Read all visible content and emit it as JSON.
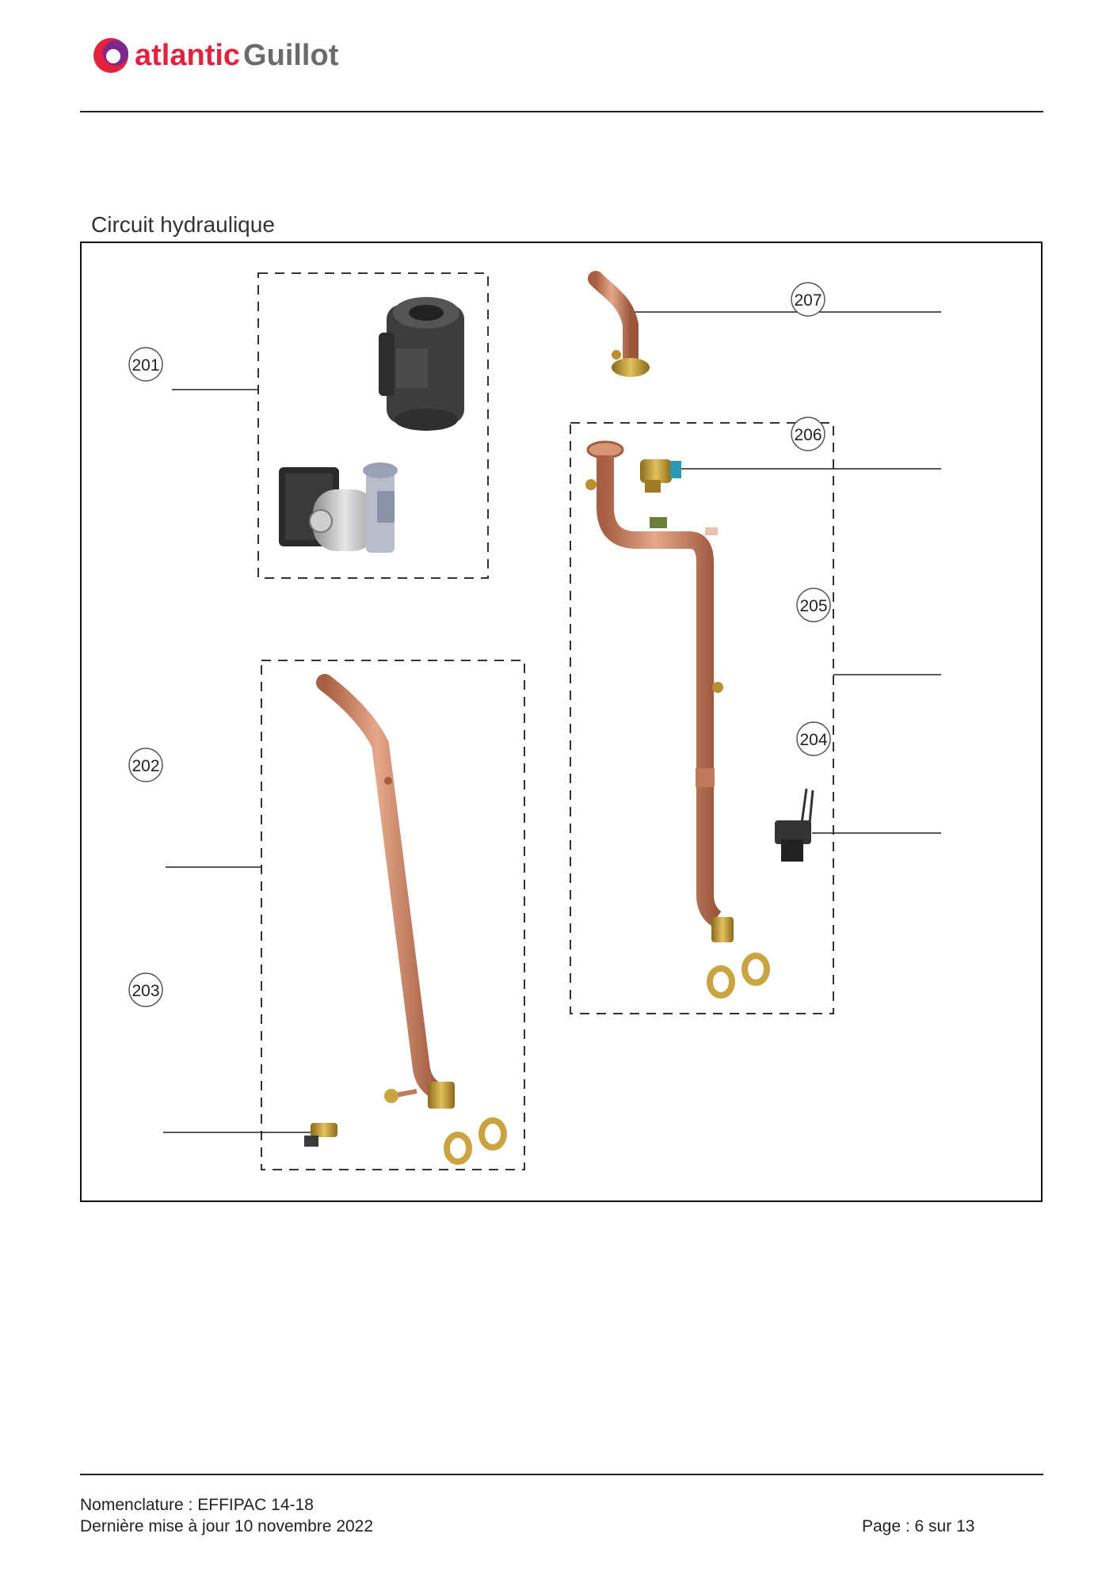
{
  "brand": {
    "name_part1": "atlantic",
    "name_part2": "Guillot"
  },
  "section_title": "Circuit hydraulique",
  "callouts": [
    "201",
    "202",
    "203",
    "204",
    "205",
    "206",
    "207"
  ],
  "colors": {
    "copper": "#d08a6a",
    "copper_dark": "#a85e42",
    "brass": "#c9a440",
    "pump_dark": "#3d3d3d",
    "accent_blue": "#2a9ab0"
  },
  "footer": {
    "nomenclature": "Nomenclature : EFFIPAC 14-18",
    "updated": "Dernière mise à jour 10 novembre 2022",
    "page": "Page : 6 sur 13"
  }
}
